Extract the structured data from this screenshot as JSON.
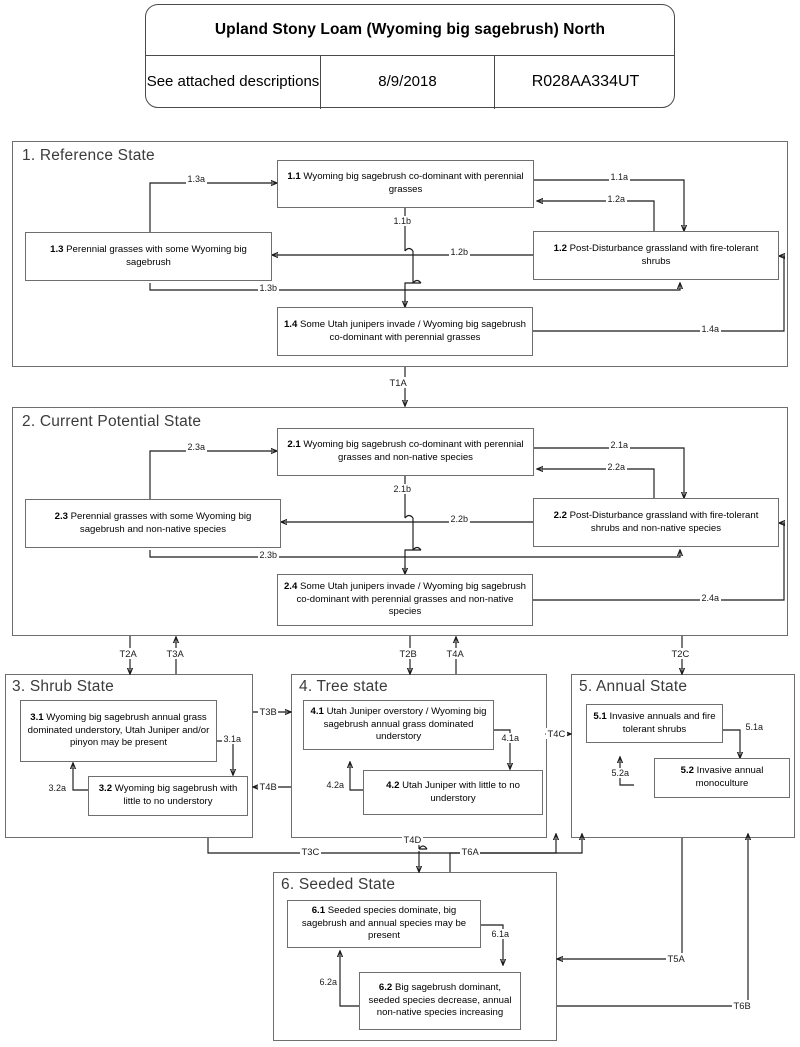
{
  "header": {
    "title": "Upland Stony Loam (Wyoming big sagebrush) North",
    "description_cell": "See attached descriptions",
    "date_cell": "8/9/2018",
    "code_cell": "R028AA334UT"
  },
  "states": [
    {
      "id": "state-1",
      "title": "1. Reference State",
      "phases": [
        {
          "num": "1.1",
          "text": "Wyoming big sagebrush co-dominant with perennial grasses"
        },
        {
          "num": "1.2",
          "text": "Post-Disturbance grassland with fire-tolerant shrubs"
        },
        {
          "num": "1.3",
          "text": "Perennial grasses with some Wyoming big sagebrush"
        },
        {
          "num": "1.4",
          "text": "Some Utah junipers invade / Wyoming big sagebrush co-dominant with perennial grasses"
        }
      ],
      "pathways": [
        "1.1a",
        "1.1b",
        "1.2a",
        "1.2b",
        "1.3a",
        "1.3b",
        "1.4a"
      ]
    },
    {
      "id": "state-2",
      "title": "2. Current Potential State",
      "phases": [
        {
          "num": "2.1",
          "text": "Wyoming big sagebrush co-dominant with perennial grasses and non-native species"
        },
        {
          "num": "2.2",
          "text": "Post-Disturbance grassland with fire-tolerant shrubs and non-native species"
        },
        {
          "num": "2.3",
          "text": "Perennial grasses with some Wyoming big sagebrush and non-native species"
        },
        {
          "num": "2.4",
          "text": "Some Utah junipers invade / Wyoming big sagebrush co-dominant with perennial grasses and non-native species"
        }
      ],
      "pathways": [
        "2.1a",
        "2.1b",
        "2.2a",
        "2.2b",
        "2.3a",
        "2.3b",
        "2.4a"
      ]
    },
    {
      "id": "state-3",
      "title": "3. Shrub State",
      "phases": [
        {
          "num": "3.1",
          "text": "Wyoming big sagebrush annual grass dominated understory, Utah Juniper and/or pinyon may be present"
        },
        {
          "num": "3.2",
          "text": "Wyoming big sagebrush with little to no understory"
        }
      ],
      "pathways": [
        "3.1a",
        "3.2a"
      ]
    },
    {
      "id": "state-4",
      "title": "4. Tree state",
      "phases": [
        {
          "num": "4.1",
          "text": "Utah Juniper overstory / Wyoming big sagebrush annual grass dominated understory"
        },
        {
          "num": "4.2",
          "text": "Utah Juniper with little to no understory"
        }
      ],
      "pathways": [
        "4.1a",
        "4.2a"
      ]
    },
    {
      "id": "state-5",
      "title": "5. Annual State",
      "phases": [
        {
          "num": "5.1",
          "text": "Invasive annuals and fire tolerant shrubs"
        },
        {
          "num": "5.2",
          "text": "Invasive annual monoculture"
        }
      ],
      "pathways": [
        "5.1a",
        "5.2a"
      ]
    },
    {
      "id": "state-6",
      "title": "6. Seeded State",
      "phases": [
        {
          "num": "6.1",
          "text": "Seeded species dominate, big sagebrush and annual species may be present"
        },
        {
          "num": "6.2",
          "text": "Big sagebrush dominant, seeded species decrease, annual non-native species increasing"
        }
      ],
      "pathways": [
        "6.1a",
        "6.2a"
      ]
    }
  ],
  "transitions": {
    "t1a": "T1A",
    "t2a": "T2A",
    "t3a": "T3A",
    "t2b": "T2B",
    "t4a": "T4A",
    "t2c": "T2C",
    "t3b": "T3B",
    "t4b": "T4B",
    "t4c": "T4C",
    "t3c": "T3C",
    "t4d": "T4D",
    "t6a": "T6A",
    "t5a": "T5A",
    "t6b": "T6B"
  },
  "pathway_labels": {
    "p11a": "1.1a",
    "p11b": "1.1b",
    "p12a": "1.2a",
    "p12b": "1.2b",
    "p13a": "1.3a",
    "p13b": "1.3b",
    "p14a": "1.4a",
    "p21a": "2.1a",
    "p21b": "2.1b",
    "p22a": "2.2a",
    "p22b": "2.2b",
    "p23a": "2.3a",
    "p23b": "2.3b",
    "p24a": "2.4a",
    "p31a": "3.1a",
    "p32a": "3.2a",
    "p41a": "4.1a",
    "p42a": "4.2a",
    "p51a": "5.1a",
    "p52a": "5.2a",
    "p61a": "6.1a",
    "p62a": "6.2a"
  },
  "colors": {
    "line": "#1a1a1a",
    "border": "#6e6e6e",
    "title": "#3b3b3b",
    "background": "#ffffff"
  }
}
